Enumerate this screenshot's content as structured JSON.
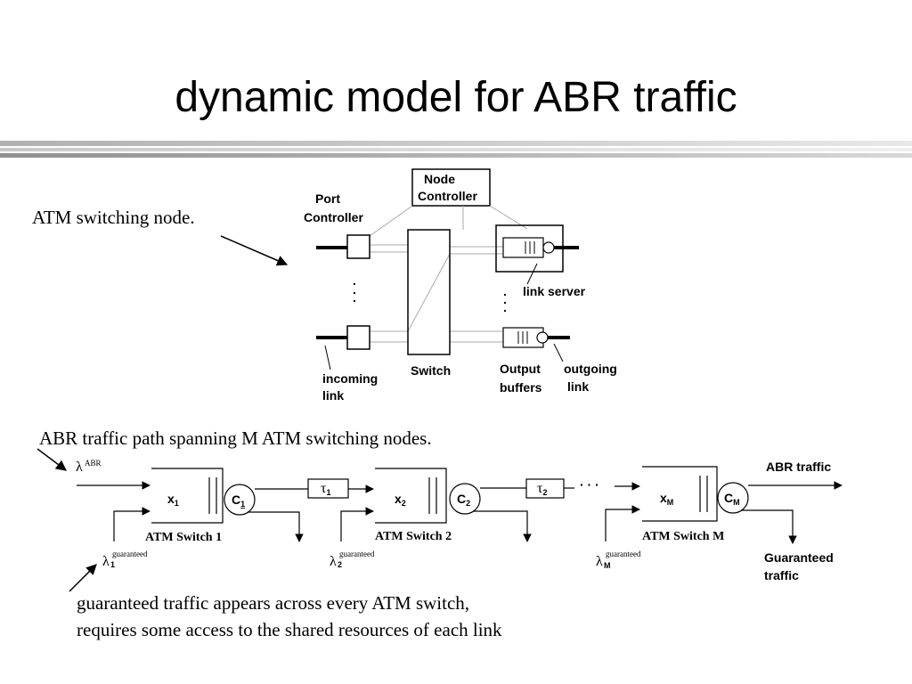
{
  "slide": {
    "title": "dynamic model for ABR traffic",
    "caption_node": "ATM switching node.",
    "caption_path": "ABR traffic path spanning M ATM switching nodes.",
    "caption_guaranteed_1": "guaranteed traffic appears across every ATM switch,",
    "caption_guaranteed_2": "requires some access to the shared resources of each link"
  },
  "node_diagram": {
    "node_controller_1": "Node",
    "node_controller_2": "Controller",
    "port_controller_1": "Port",
    "port_controller_2": "Controller",
    "link_server": "link server",
    "incoming_link_1": "incoming",
    "incoming_link_2": "link",
    "switch": "Switch",
    "output_buffers_1": "Output",
    "output_buffers_2": "buffers",
    "outgoing_link_1": "outgoing",
    "outgoing_link_2": "link"
  },
  "path_diagram": {
    "lambda": "λ",
    "tau": "τ",
    "abr_sup": "ABR",
    "guaranteed_sup": "guaranteed",
    "abr_traffic": "ABR traffic",
    "guaranteed_traffic_1": "Guaranteed",
    "guaranteed_traffic_2": "traffic",
    "ellipsis": "· · ·",
    "switches": [
      {
        "x_base": "x",
        "c_base": "C",
        "sub": "1",
        "tau_sub": "1",
        "label": "ATM Switch 1"
      },
      {
        "x_base": "x",
        "c_base": "C",
        "sub": "2",
        "tau_sub": "2",
        "label": "ATM Switch 2"
      },
      {
        "x_base": "x",
        "c_base": "C",
        "sub": "M",
        "label": "ATM Switch M"
      }
    ]
  }
}
